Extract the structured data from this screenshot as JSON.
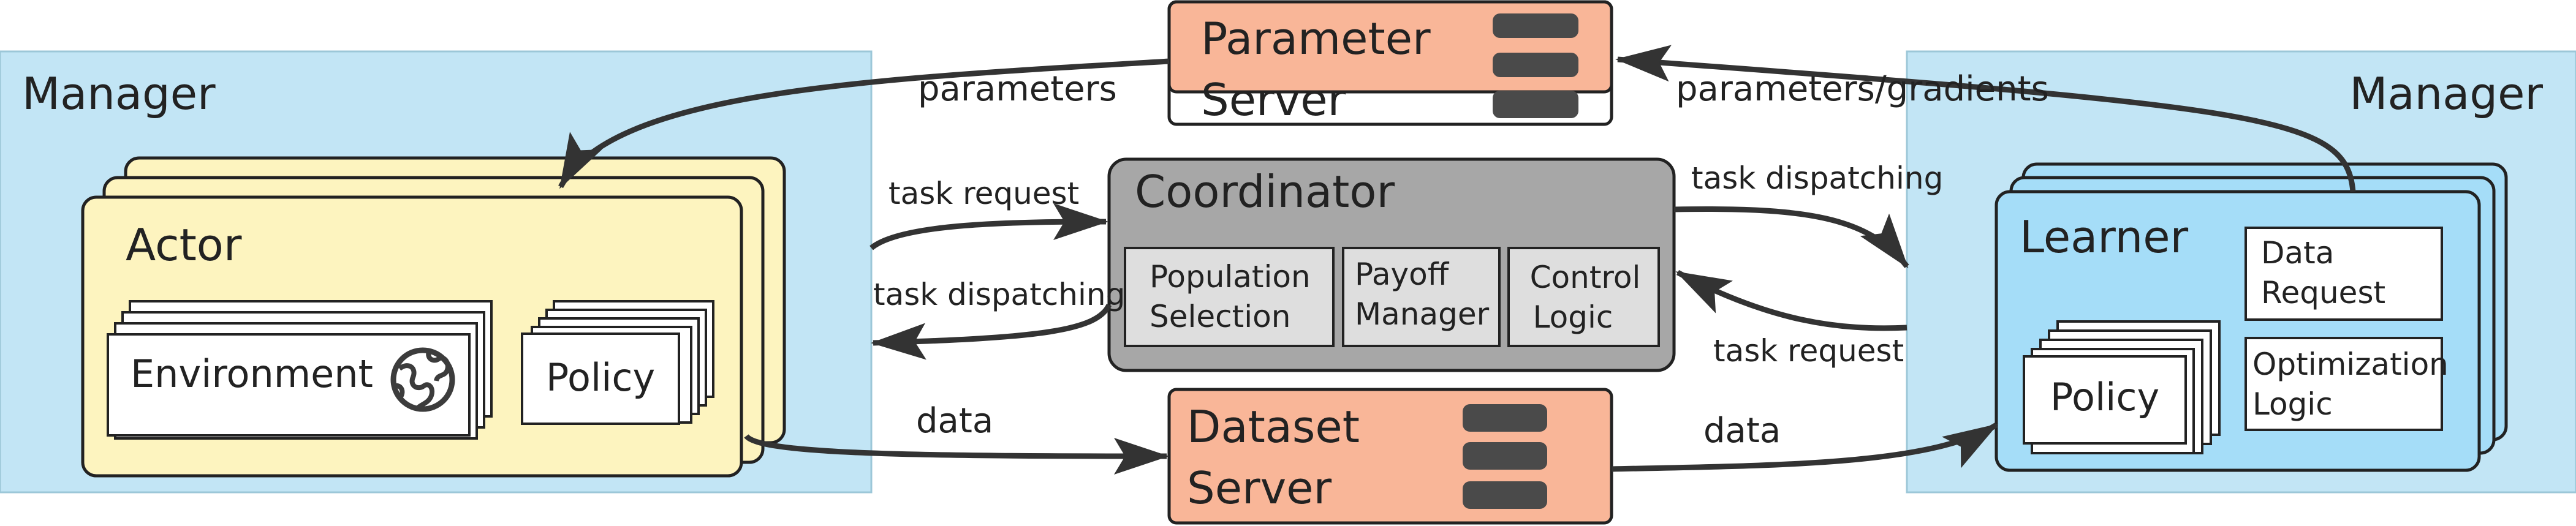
{
  "manager_left": {
    "title": "Manager"
  },
  "manager_right": {
    "title": "Manager"
  },
  "actor": {
    "title": "Actor",
    "environment": "Environment",
    "policy": "Policy"
  },
  "learner": {
    "title": "Learner",
    "policy": "Policy",
    "data_request": [
      "Data",
      "Request"
    ],
    "optimization_logic": [
      "Optimization",
      "Logic"
    ]
  },
  "parameter_server": {
    "line1": "Parameter",
    "line2": "Server"
  },
  "dataset_server": {
    "line1": "Dataset",
    "line2": "Server"
  },
  "coordinator": {
    "title": "Coordinator",
    "modules": [
      [
        "Population",
        "Selection"
      ],
      [
        "Payoff",
        "Manager"
      ],
      [
        "Control",
        "Logic"
      ]
    ]
  },
  "edge_labels": {
    "parameters": "parameters",
    "parameters_gradients": "parameters/gradients",
    "task_request_left": "task request",
    "task_dispatching_left": "task dispatching",
    "task_dispatching_right": "task dispatching",
    "task_request_right": "task request",
    "data_left": "data",
    "data_right": "data"
  },
  "colors": {
    "manager_bg": "#c2e5f5",
    "actor_fill": "#fdf4bf",
    "learner_fill": "#a5ddf8",
    "server_fill": "#f9b698",
    "coordinator_fill": "#a7a7a7",
    "module_fill": "#dedede",
    "db_icon": "#4a4a4a",
    "arrow": "#333333"
  }
}
